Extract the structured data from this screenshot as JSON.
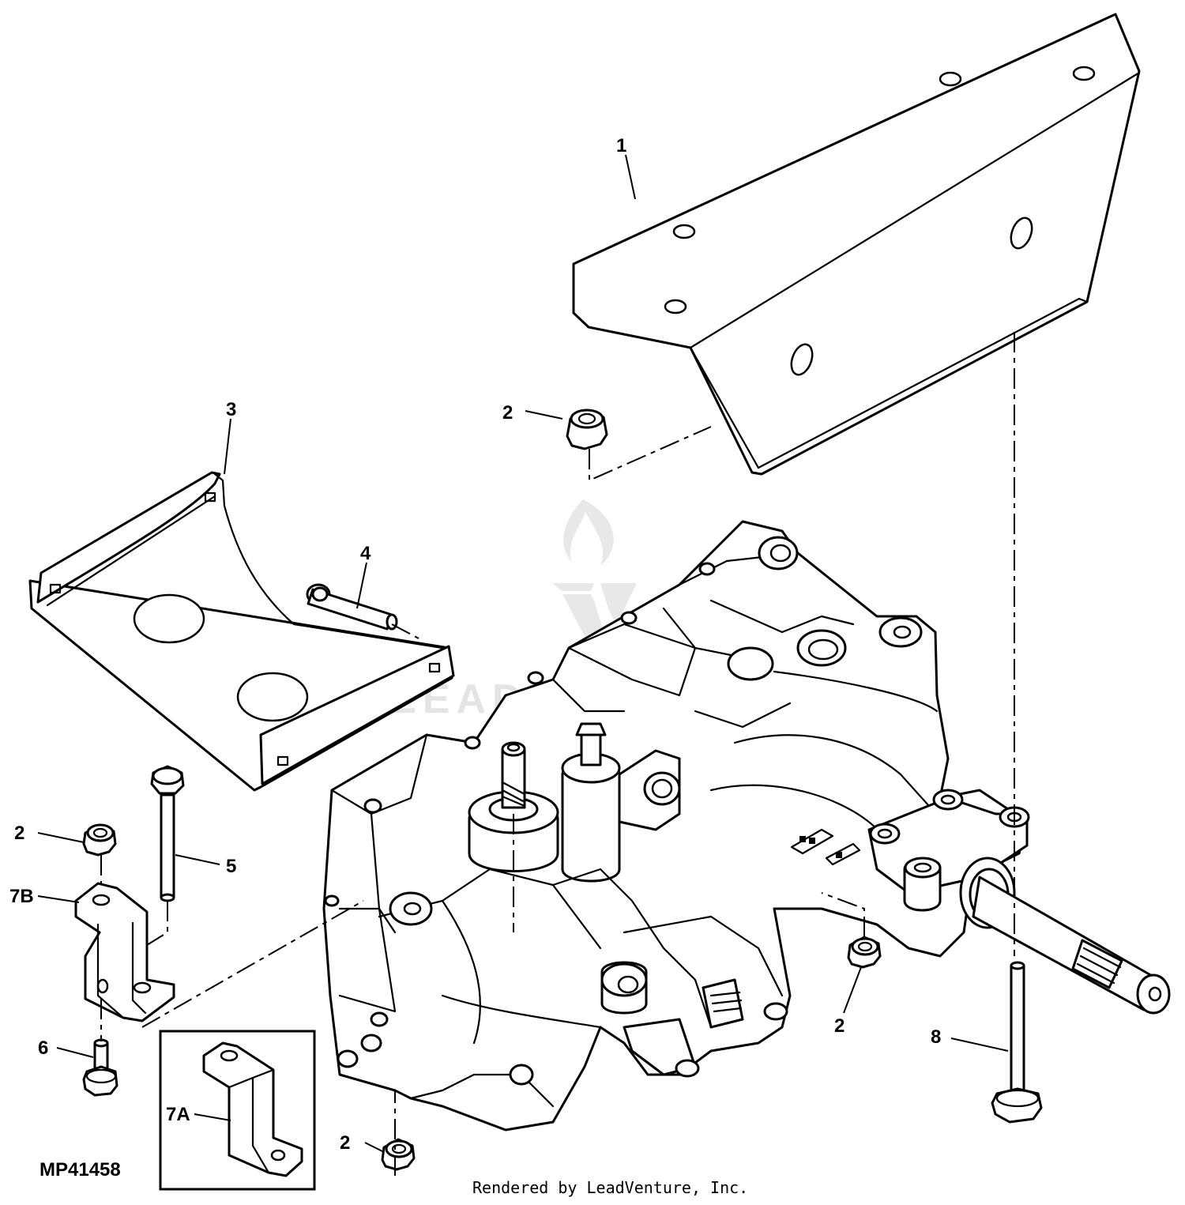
{
  "figure_id": "MP41458",
  "credit": "Rendered by LeadVenture, Inc.",
  "watermark": "LEADVENTURE",
  "callouts": {
    "c1": "1",
    "c2a": "2",
    "c2b": "2",
    "c2c": "2",
    "c2d": "2",
    "c3": "3",
    "c4": "4",
    "c5": "5",
    "c6": "6",
    "c7a": "7A",
    "c7b": "7B",
    "c8": "8"
  }
}
